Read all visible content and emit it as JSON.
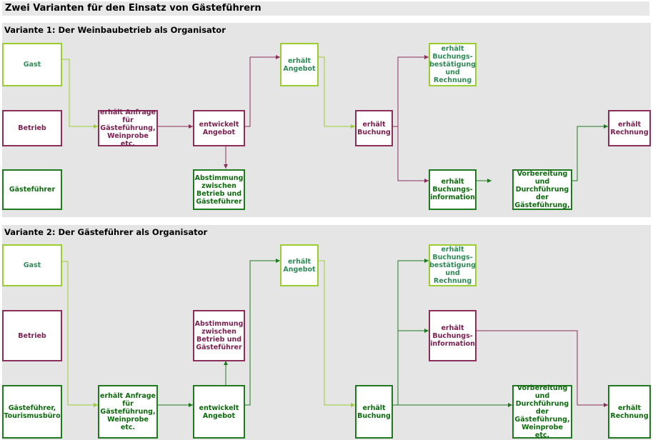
{
  "title": "Zwei Varianten für den Einsatz von Gästeführern",
  "variant1": {
    "heading": "Variante 1: Der Weinbaubetrieb als Organisator",
    "boxes": {
      "gast": "Gast",
      "betrieb": "Betrieb",
      "gastefuehrer": "Gästeführer",
      "anfrage": "erhält Anfrage\nfür\nGästeführung,\nWeinprobe etc.",
      "entwickelt": "entwickelt\nAngebot",
      "abstimmung": "Abstimmung\nzwischen\nBetrieb und\nGästeführer",
      "angebot": "erhält\nAngebot",
      "buchung": "erhält\nBuchung",
      "bestaetigung": "erhält\nBuchungs-\nbestätigung\nund\nRechnung",
      "information": "erhält\nBuchungs-\ninformation",
      "vorbereitung": "Vorbereitung\nund\nDurchführung\nder\nGästeführung,",
      "rechnung": "erhält\nRechnung"
    }
  },
  "variant2": {
    "heading": "Variante 2: Der Gästeführer als Organisator",
    "boxes": {
      "gast": "Gast",
      "betrieb": "Betrieb",
      "gastefuehrer": "Gästeführer,\nTourismusbüro",
      "anfrage": "erhält Anfrage\nfür\nGästeführung,\nWeinprobe etc.",
      "entwickelt": "entwickelt\nAngebot",
      "abstimmung": "Abstimmung\nzwischen\nBetrieb und\nGästeführer",
      "angebot": "erhält\nAngebot",
      "buchung": "erhält\nBuchung",
      "bestaetigung": "erhält\nBuchungs-\nbestätigung\nund\nRechnung",
      "information": "erhält\nBuchungs-\ninformation",
      "vorbereitung": "Vorbereitung\nund\nDurchführung\nder\nGästeführung,\nWeinprobe etc.",
      "rechnung": "erhält\nRechnung"
    }
  },
  "colors": {
    "light_green": "#9acd32",
    "dark_green": "#1f7a1f",
    "maroon": "#8b2e5a",
    "panel_background": "#e5e5e5"
  }
}
